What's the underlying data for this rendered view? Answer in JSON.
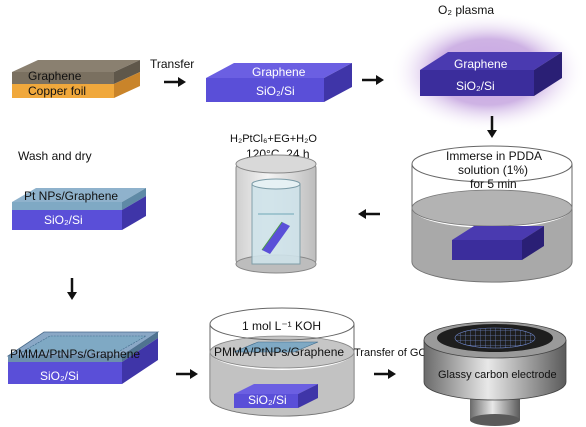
{
  "steps": {
    "s1": {
      "top": "Graphene",
      "bottom": "Copper foil"
    },
    "transfer": "Transfer",
    "s2": {
      "top": "Graphene",
      "sub": "SiO₂/Si"
    },
    "plasma": "O₂ plasma",
    "s3": {
      "top": "Graphene",
      "sub": "SiO₂/Si"
    },
    "pdda": {
      "line1": "Immerse in PDDA",
      "line2": "solution (1%)",
      "line3": "for 5 min"
    },
    "hydro": {
      "line1": "H₂PtCl₆+EG+H₂O",
      "line2": "120°C, 24 h"
    },
    "wash": "Wash and dry",
    "s5": {
      "top": "Pt NPs/Graphene",
      "sub": "SiO₂/Si"
    },
    "s6": {
      "top": "PMMA/PtNPs/Graphene",
      "sub": "SiO₂/Si"
    },
    "koh": {
      "title": "1 mol L⁻¹ KOH",
      "film": "PMMA/PtNPs/Graphene",
      "sub": "SiO₂/Si"
    },
    "gce_transfer": "Transfer of GCE",
    "gce": "Glassy carbon electrode"
  },
  "colors": {
    "copper": "#f0a83c",
    "graphene": "#7a7060",
    "substrate": "#5a4fd8",
    "plasma_glow": "#b48ad6",
    "pt_film": "#7fa9c4"
  },
  "icons": [
    "arrow-right-icon",
    "arrow-down-icon",
    "arrow-left-icon"
  ]
}
